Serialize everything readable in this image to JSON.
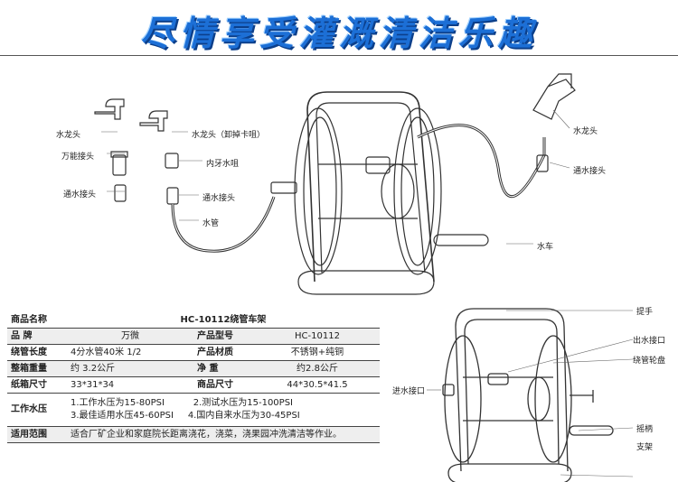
{
  "banner": {
    "title": "尽情享受灌溉清洁乐趣"
  },
  "top_labels": {
    "faucet_left": "水龙头",
    "universal_joint": "万能接头",
    "connector_left": "通水接头",
    "faucet_mid": "水龙头（卸掉卡咀）",
    "inner_thread_nozzle": "内牙水咀",
    "connector_mid": "通水接头",
    "water_pipe": "水管",
    "faucet_right": "水龙头",
    "connector_right": "通水接头",
    "water_car": "水车"
  },
  "spec": {
    "product_name_label": "商品名称",
    "product_name_value": "HC-10112绕管车架",
    "rows": [
      {
        "k1": "品   牌",
        "v1": "万微",
        "k2": "产品型号",
        "v2": "HC-10112"
      },
      {
        "k1": "绕管长度",
        "v1": "4分水管40米 1/2",
        "k2": "产品材质",
        "v2": "不锈钢+纯铜"
      },
      {
        "k1": "整箱重量",
        "v1": "约 3.2公斤",
        "k2": "净   重",
        "v2": "约2.8公斤"
      },
      {
        "k1": "纸箱尺寸",
        "v1": "33*31*34",
        "k2": "商品尺寸",
        "v2": "44*30.5*41.5"
      }
    ],
    "pressure_label": "工作水压",
    "pressure_line1": "1.工作水压为15-80PSI          2.测试水压为15-100PSI",
    "pressure_line2": "3.最佳适用水压45-60PSI     4.国内自来水压为30-45PSI",
    "scope_label": "适用范围",
    "scope_value": "适合厂矿企业和家庭院长距离浇花，浇菜，浇果园冲洗清洁等作业。"
  },
  "right_labels": {
    "handle": "提手",
    "outlet": "出水接口",
    "hose_wheel": "绕管轮盘",
    "inlet": "进水接口",
    "crank": "摇柄",
    "stand": "支架"
  }
}
